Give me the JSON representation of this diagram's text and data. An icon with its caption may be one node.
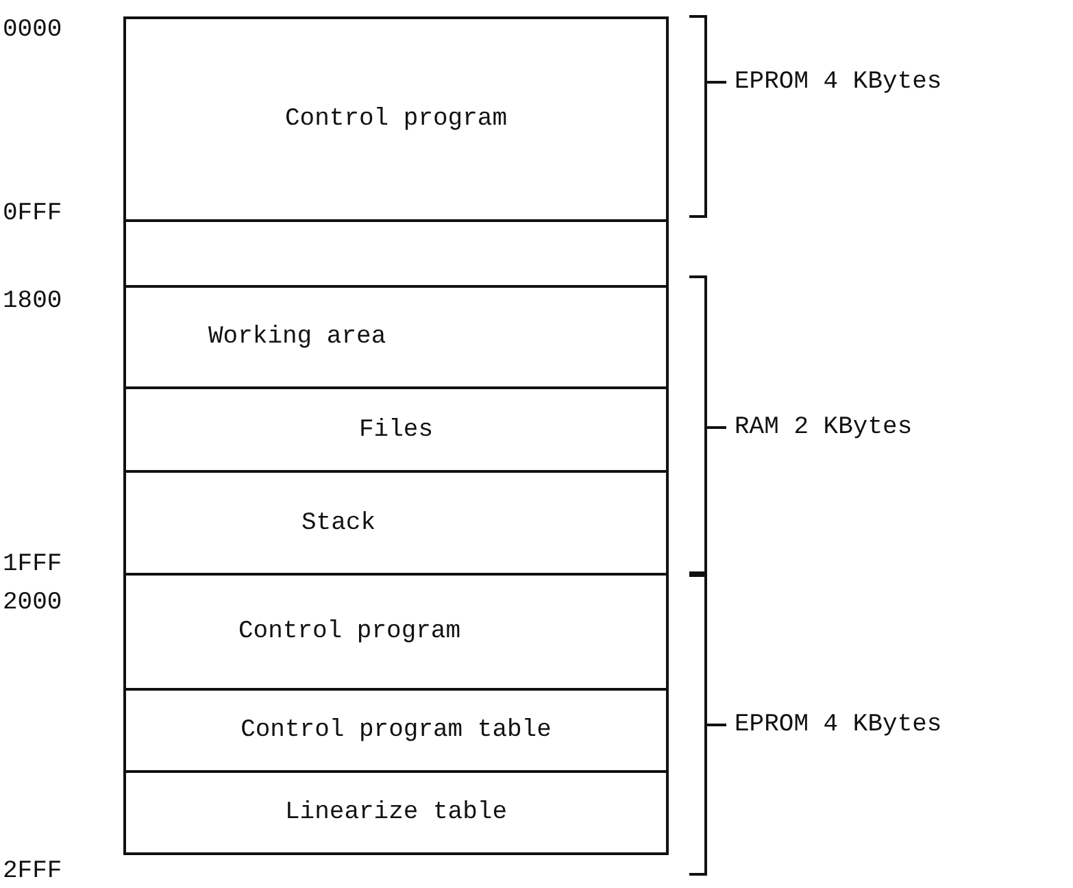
{
  "diagram": {
    "nodes": [
      {
        "text": [
          "Control program"
        ]
      },
      {
        "text": [],
        "shape": "box"
      },
      {
        "text": [
          "Working area"
        ]
      },
      {
        "text": [
          "Files"
        ]
      },
      {
        "text": [
          "Stack"
        ]
      },
      {
        "text": [
          "Control program"
        ]
      },
      {
        "text": [
          "Control program table"
        ]
      },
      {
        "text": [
          "Linearize table"
        ]
      }
    ],
    "edges": [],
    "labels": [
      "0000",
      "EPROM 4 KBytes",
      "0FFF",
      "1800",
      "RAM 2 KBytes",
      "1FFF",
      "2000",
      "EPROM 4 KBytes",
      "2FFF"
    ]
  }
}
